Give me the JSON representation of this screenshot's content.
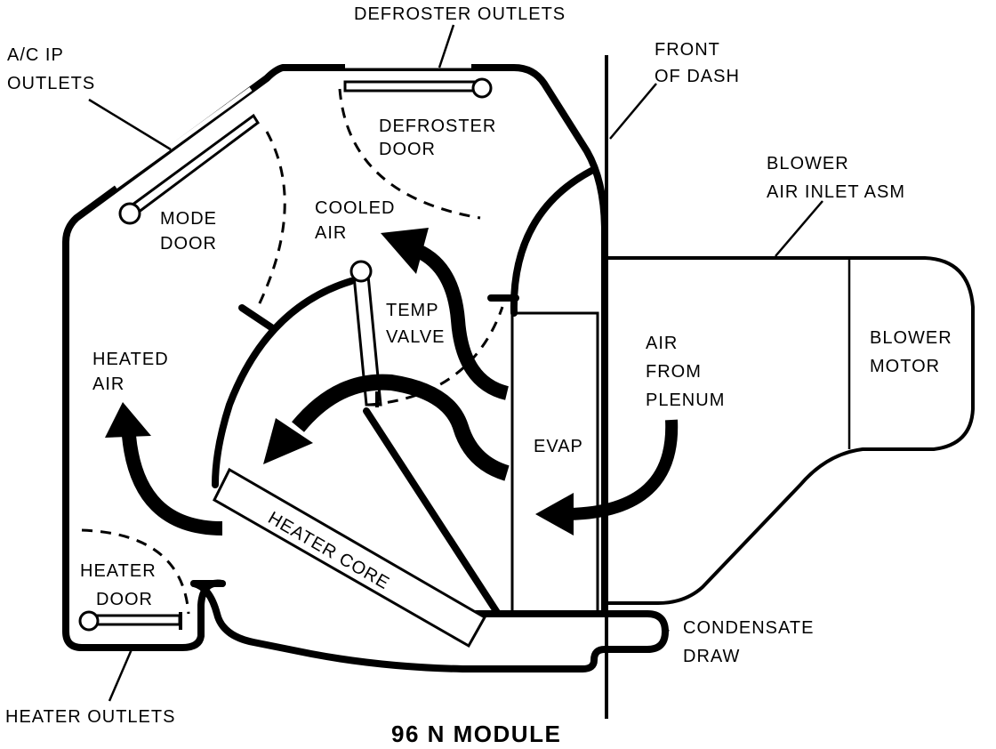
{
  "title": "96 N MODULE",
  "labels": {
    "defroster_outlets": "DEFROSTER OUTLETS",
    "ac_ip_outlets_1": "A/C IP",
    "ac_ip_outlets_2": "OUTLETS",
    "front_of_dash_1": "FRONT",
    "front_of_dash_2": "OF DASH",
    "defroster_door_1": "DEFROSTER",
    "defroster_door_2": "DOOR",
    "blower_inlet_1": "BLOWER",
    "blower_inlet_2": "AIR INLET ASM",
    "mode_door_1": "MODE",
    "mode_door_2": "DOOR",
    "cooled_air_1": "COOLED",
    "cooled_air_2": "AIR",
    "temp_valve_1": "TEMP",
    "temp_valve_2": "VALVE",
    "blower_motor_1": "BLOWER",
    "blower_motor_2": "MOTOR",
    "heated_air_1": "HEATED",
    "heated_air_2": "AIR",
    "air_from_plenum_1": "AIR",
    "air_from_plenum_2": "FROM",
    "air_from_plenum_3": "PLENUM",
    "evap": "EVAP",
    "heater_core": "HEATER CORE",
    "heater_door_1": "HEATER",
    "heater_door_2": "DOOR",
    "condensate_1": "CONDENSATE",
    "condensate_2": "DRAW",
    "heater_outlets": "HEATER OUTLETS"
  }
}
